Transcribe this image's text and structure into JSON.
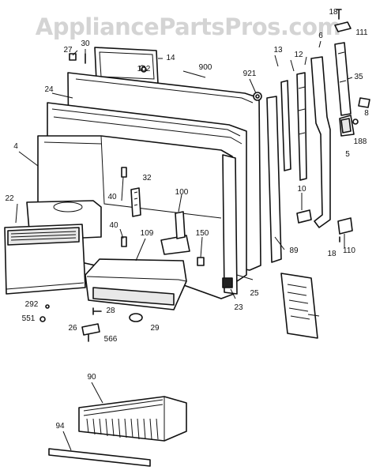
{
  "watermark": "AppliancePartsPros.com",
  "callouts": {
    "c18a": "18",
    "c111": "111",
    "c27": "27",
    "c30": "30",
    "c14": "14",
    "c900": "900",
    "c13": "13",
    "c12": "12",
    "c6": "6",
    "c102": "102",
    "c921": "921",
    "c35": "35",
    "c24": "24",
    "c8": "8",
    "c188": "188",
    "c5": "5",
    "c4": "4",
    "c32": "32",
    "c40a": "40",
    "c100": "100",
    "c10": "10",
    "c22": "22",
    "c40b": "40",
    "c109": "109",
    "c150": "150",
    "c110": "110",
    "c18b": "18",
    "c89": "89",
    "c25": "25",
    "c23": "23",
    "c292": "292",
    "c551": "551",
    "c28": "28",
    "c26": "26",
    "c29": "29",
    "c566": "566",
    "c90": "90",
    "c94": "94"
  }
}
